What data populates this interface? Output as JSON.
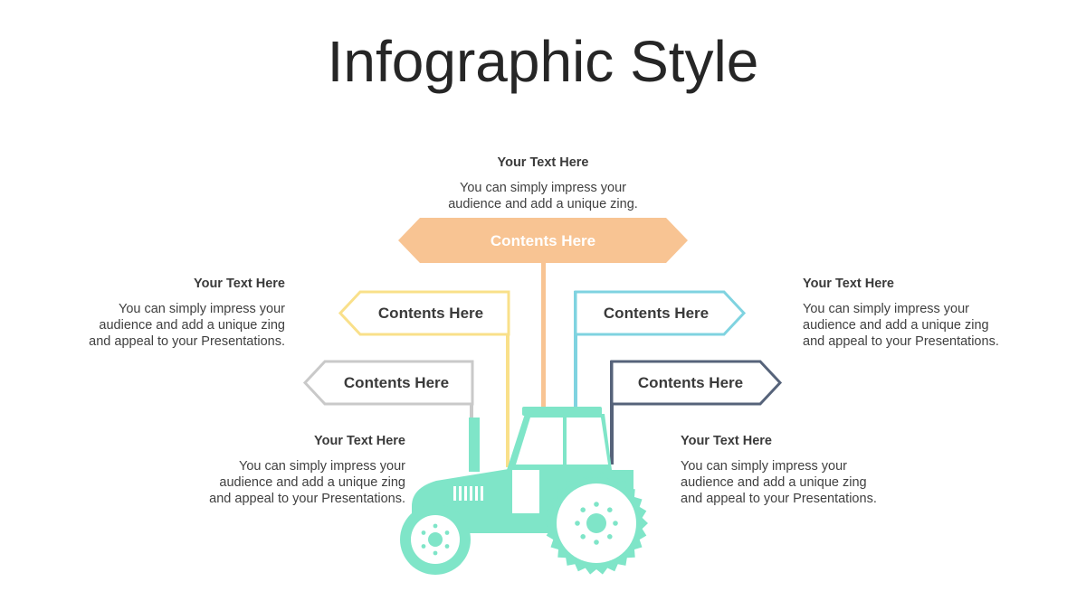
{
  "title": "Infographic Style",
  "colors": {
    "orange": "#F8C493",
    "yellow": "#F9E08A",
    "cyan": "#7FD3E0",
    "gray": "#C9C9C9",
    "slate": "#56637A",
    "tractor": "#7FE5C8"
  },
  "signs": {
    "top": "Contents Here",
    "yellow": "Contents Here",
    "cyan": "Contents Here",
    "gray": "Contents Here",
    "slate": "Contents Here"
  },
  "texts": {
    "top": {
      "heading": "Your Text Here",
      "body": "You can simply impress your\naudience and add a unique zing."
    },
    "upper_left": {
      "heading": "Your Text Here",
      "body": "You can simply impress your\naudience and add a unique zing\nand appeal to your Presentations."
    },
    "upper_right": {
      "heading": "Your Text Here",
      "body": "You can simply impress your\naudience and add a unique zing\nand appeal to your Presentations."
    },
    "lower_left": {
      "heading": "Your Text Here",
      "body": "You can simply impress your\naudience and add a unique zing\nand appeal to your Presentations."
    },
    "lower_right": {
      "heading": "Your Text Here",
      "body": "You can simply impress your\naudience and add a unique zing\nand appeal to your Presentations."
    }
  }
}
